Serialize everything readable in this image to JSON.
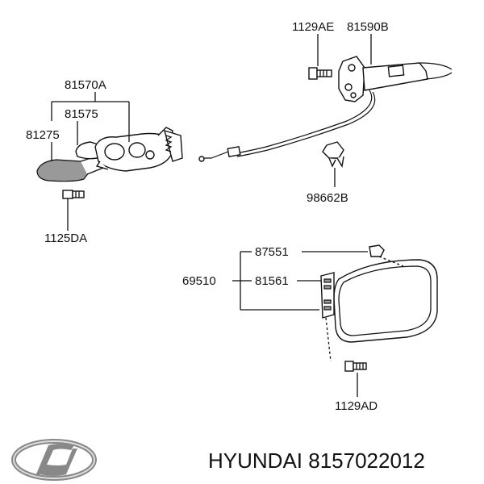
{
  "labels": {
    "p1129ae": "1129AE",
    "p81590b": "81590B",
    "p81570a": "81570A",
    "p81575": "81575",
    "p81275": "81275",
    "p1125da": "1125DA",
    "p98662b": "98662B",
    "p87551": "87551",
    "p69510": "69510",
    "p81561": "81561",
    "p1129ad": "1129AD"
  },
  "footer": {
    "brand_text": "HYUNDAI 8157022012",
    "logo": "hyundai-logo"
  }
}
